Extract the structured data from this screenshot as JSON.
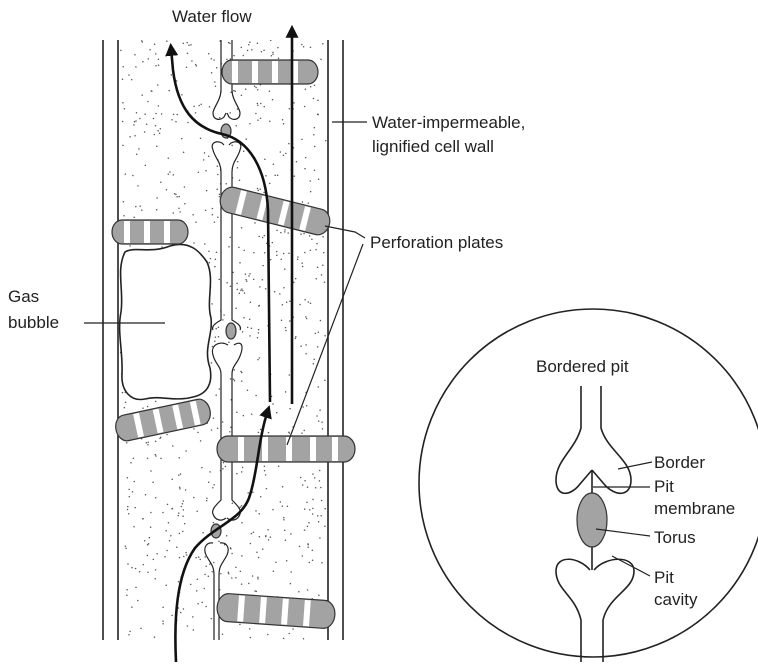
{
  "labels": {
    "water_flow": "Water flow",
    "cell_wall_line1": "Water-impermeable,",
    "cell_wall_line2": "lignified cell wall",
    "perforation_plates": "Perforation plates",
    "gas_line1": "Gas",
    "gas_line2": "bubble",
    "bordered_pit": "Bordered pit",
    "border": "Border",
    "pit_membrane_line1": "Pit",
    "pit_membrane_line2": "membrane",
    "torus": "Torus",
    "pit_cavity_line1": "Pit",
    "pit_cavity_line2": "cavity"
  },
  "colors": {
    "ink": "#222222",
    "plate_band": "#a3a3a3",
    "torus": "#a3a3a3",
    "background": "#ffffff"
  }
}
